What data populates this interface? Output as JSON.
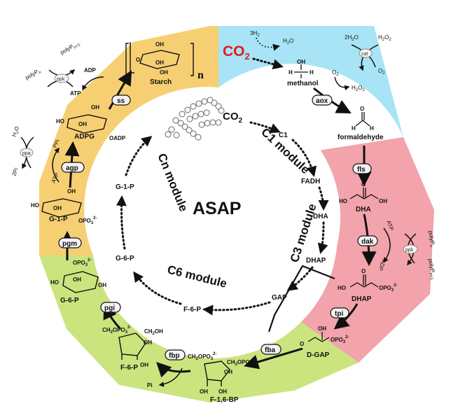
{
  "title": "ASAP",
  "co2_input": "CO",
  "co2_sub": "2",
  "colors": {
    "c1_sector": "#a8e4f5",
    "c3_sector": "#f2a3ab",
    "c6_sector": "#cbe47e",
    "cn_sector": "#f7cf73",
    "co2_red": "#e01e1e",
    "enzyme_fill": "#f4f4f4"
  },
  "modules": {
    "c1": "C1 module",
    "c3": "C3 module",
    "c6": "C6 module",
    "cn": "Cn module"
  },
  "inner_cycle": {
    "co2": "CO",
    "co2_sub": "2",
    "c1": "C1",
    "fadh": "FADH",
    "dha": "DHA",
    "dhap": "DHAP",
    "gap": "GAP",
    "f6p": "F-6-P",
    "g6p": "G-6-P",
    "g1p": "G-1-P"
  },
  "enzymes": {
    "aox": "aox",
    "fls": "fls",
    "dak": "dak",
    "tpi": "tpi",
    "fba": "fba",
    "fbp": "fbp",
    "pgi": "pgi",
    "pgm": "pgm",
    "agp": "agp",
    "ss": "ss",
    "cat": "cat",
    "ppk": "ppk",
    "ppa": "ppa"
  },
  "c1_side": {
    "h2_3": "3H",
    "h2_sub": "2",
    "h2o": "H",
    "h2o_sub": "2",
    "h2o_tail": "O",
    "methanol": "methanol",
    "o2": "O",
    "o2_sub": "2",
    "h2o2": "H",
    "h2o2_sub1": "2",
    "h2o2_mid": "O",
    "h2o2_sub2": "2",
    "formaldehyde": "formaldehyde",
    "two_h2o": "2H",
    "two_h2o_sub": "2",
    "two_h2o_tail": "O",
    "cat_h2o2": "H",
    "cat_h2o2_sub1": "2",
    "cat_h2o2_mid": "O",
    "cat_h2o2_sub2": "2",
    "cat_o2": "O",
    "cat_o2_sub": "2"
  },
  "c3_side": {
    "dha": "DHA",
    "dhap": "DHAP",
    "d_gap": "D-GAP",
    "atp": "ATP",
    "adp": "ADP",
    "polyp_n": "polyP",
    "polyp_n_sub": "n",
    "polyp_n1": "polyP",
    "polyp_n1_sub": "n+1",
    "ho": "HO",
    "oh": "OH",
    "opo3": "OPO",
    "opo3_sub": "3",
    "opo3_sup": "2-"
  },
  "c6_side": {
    "f16bp": "F-1,6-BP",
    "f6p": "F-6-P",
    "g6p": "G-6-P",
    "pi": "Pi",
    "ch2opo3": "CH",
    "ch2opo3_sub1": "2",
    "ch2opo3_mid": "OPO",
    "ch2opo3_sub2": "3",
    "ch2opo3_sup": "2-",
    "ch2oh": "CH",
    "ch2oh_sub": "2",
    "ch2oh_tail": "OH",
    "oh": "OH",
    "ho": "HO",
    "opo3": "OPO",
    "opo3_sub": "3",
    "opo3_sup": "2-"
  },
  "cn_side": {
    "starch": "Starch",
    "n": "n",
    "adpg": "ADPG",
    "oadp": "OADP",
    "g1p": "G-1-P",
    "atp": "ATP",
    "adp": "ADP",
    "ppi": "PPi",
    "h2o": "H",
    "h2o_sub": "2",
    "h2o_tail": "O",
    "two_pi": "2Pi",
    "polyp_n": "polyP",
    "polyp_n_sub": "n",
    "polyp_n1": "polyP",
    "polyp_n1_sub": "n+1",
    "oh": "OH",
    "ho": "HO",
    "o": "O",
    "opo3": "OPO",
    "opo3_sub": "3",
    "opo3_sup": "2-"
  }
}
